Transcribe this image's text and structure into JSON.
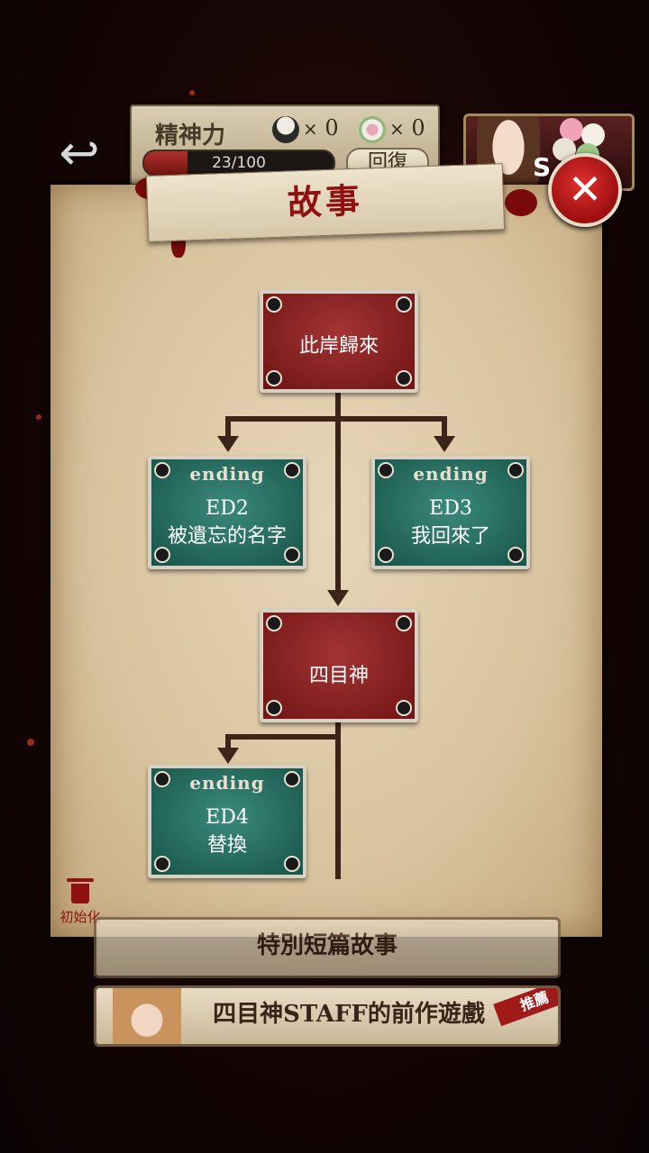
{
  "status": {
    "stamina_label": "精神力",
    "stamina_value": "23/100",
    "stamina_fraction": 0.23,
    "item1_count": "0",
    "item2_count": "0",
    "times_symbol": "×",
    "recover_label": "回復"
  },
  "character": {
    "badge_letter": "S"
  },
  "panel": {
    "title": "故事"
  },
  "flow": {
    "nodes": {
      "start": {
        "name": "此岸歸來"
      },
      "ed2": {
        "tag": "ending",
        "code": "ED2",
        "name": "被遺忘的名字"
      },
      "ed3": {
        "tag": "ending",
        "code": "ED3",
        "name": "我回來了"
      },
      "mid": {
        "name": "四目神"
      },
      "ed4": {
        "tag": "ending",
        "code": "ED4",
        "name": "替換"
      }
    }
  },
  "reset": {
    "label": "初始化"
  },
  "banners": {
    "special": "特別短篇故事",
    "staff": "四目神STAFF的前作遊戲",
    "recommend": "推薦"
  },
  "icons": {
    "back": "back-arrow-icon",
    "close": "close-icon",
    "trash": "trash-icon"
  },
  "colors": {
    "accent_red": "#8e1010",
    "node_red": "#6f1414",
    "node_green": "#175348"
  }
}
